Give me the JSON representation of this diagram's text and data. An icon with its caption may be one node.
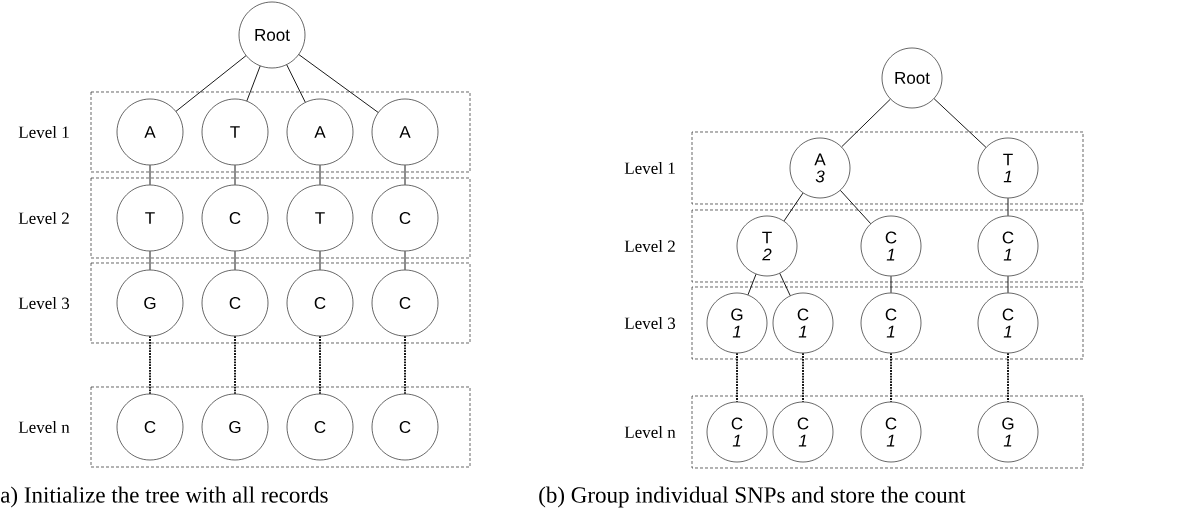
{
  "diagram": {
    "nodes": [
      {
        "text": [
          "Root"
        ]
      },
      {
        "text": [
          "Level 1"
        ]
      },
      {
        "text": [
          "A"
        ],
        "in": 1
      },
      {
        "text": [
          "T"
        ],
        "in": 1
      },
      {
        "text": [
          "A"
        ],
        "in": 1
      },
      {
        "text": [
          "A"
        ],
        "in": 1
      },
      {
        "text": [
          "Level 2"
        ]
      },
      {
        "text": [
          "T"
        ],
        "in": 6
      },
      {
        "text": [
          "C"
        ],
        "in": 6
      },
      {
        "text": [
          "T"
        ],
        "in": 6
      },
      {
        "text": [
          "C"
        ],
        "in": 6
      },
      {
        "text": [
          "Level 3"
        ]
      },
      {
        "text": [
          "G"
        ],
        "in": 11
      },
      {
        "text": [
          "C"
        ],
        "in": 11
      },
      {
        "text": [
          "C"
        ],
        "in": 11
      },
      {
        "text": [
          "C"
        ],
        "in": 11
      },
      {
        "text": [
          "Level n"
        ]
      },
      {
        "text": [
          "C"
        ],
        "in": 16
      },
      {
        "text": [
          "G"
        ],
        "in": 16
      },
      {
        "text": [
          "C"
        ],
        "in": 16
      },
      {
        "text": [
          "C"
        ],
        "in": 16
      },
      {
        "text": [
          "Root"
        ]
      },
      {
        "text": [
          "Level 1"
        ]
      },
      {
        "text": [
          "A",
          "3"
        ],
        "in": 22
      },
      {
        "text": [
          "T",
          "1"
        ],
        "in": 22
      },
      {
        "text": [
          "Level 2"
        ]
      },
      {
        "text": [
          "T",
          "2"
        ],
        "in": 25
      },
      {
        "text": [
          "C",
          "1"
        ],
        "in": 25
      },
      {
        "text": [
          "C",
          "1"
        ],
        "in": 25
      },
      {
        "text": [
          "Level 3"
        ]
      },
      {
        "text": [
          "G",
          "1"
        ],
        "in": 29
      },
      {
        "text": [
          "C",
          "1"
        ],
        "in": 29
      },
      {
        "text": [
          "C",
          "1"
        ],
        "in": 29
      },
      {
        "text": [
          "C",
          "1"
        ],
        "in": 29
      },
      {
        "text": [
          "Level n"
        ]
      },
      {
        "text": [
          "C",
          "1"
        ],
        "in": 34
      },
      {
        "text": [
          "C",
          "1"
        ],
        "in": 34
      },
      {
        "text": [
          "C",
          "1"
        ],
        "in": 34
      },
      {
        "text": [
          "G",
          "1"
        ],
        "in": 34
      }
    ],
    "edges": [
      {
        "from": 0,
        "to": 2,
        "arrow": "none"
      },
      {
        "from": 0,
        "to": 3,
        "arrow": "none"
      },
      {
        "from": 0,
        "to": 4,
        "arrow": "none"
      },
      {
        "from": 0,
        "to": 5,
        "arrow": "none"
      },
      {
        "from": 2,
        "to": 7,
        "arrow": "none"
      },
      {
        "from": 3,
        "to": 8,
        "arrow": "none"
      },
      {
        "from": 4,
        "to": 9,
        "arrow": "none"
      },
      {
        "from": 5,
        "to": 10,
        "arrow": "none"
      },
      {
        "from": 7,
        "to": 12,
        "arrow": "none"
      },
      {
        "from": 8,
        "to": 13,
        "arrow": "none"
      },
      {
        "from": 9,
        "to": 14,
        "arrow": "none"
      },
      {
        "from": 10,
        "to": 15,
        "arrow": "none"
      },
      {
        "from": 12,
        "to": 17,
        "arrow": "none",
        "style": "dashed"
      },
      {
        "from": 13,
        "to": 18,
        "arrow": "none",
        "style": "dashed"
      },
      {
        "from": 14,
        "to": 19,
        "arrow": "none",
        "style": "dashed"
      },
      {
        "from": 15,
        "to": 20,
        "arrow": "none",
        "style": "dashed"
      },
      {
        "from": 21,
        "to": 23,
        "arrow": "none"
      },
      {
        "from": 21,
        "to": 24,
        "arrow": "none"
      },
      {
        "from": 23,
        "to": 26,
        "arrow": "none"
      },
      {
        "from": 23,
        "to": 27,
        "arrow": "none"
      },
      {
        "from": 24,
        "to": 28,
        "arrow": "none"
      },
      {
        "from": 26,
        "to": 30,
        "arrow": "none"
      },
      {
        "from": 26,
        "to": 31,
        "arrow": "none"
      },
      {
        "from": 27,
        "to": 32,
        "arrow": "none"
      },
      {
        "from": 28,
        "to": 33,
        "arrow": "none"
      },
      {
        "from": 30,
        "to": 35,
        "arrow": "none",
        "style": "dashed"
      },
      {
        "from": 31,
        "to": 36,
        "arrow": "none",
        "style": "dashed"
      },
      {
        "from": 32,
        "to": 37,
        "arrow": "none",
        "style": "dashed"
      },
      {
        "from": 33,
        "to": 38,
        "arrow": "none",
        "style": "dashed"
      }
    ],
    "labels": [
      "a) Initialize the tree with all records",
      "(b) Group individual SNPs and store the count"
    ]
  }
}
